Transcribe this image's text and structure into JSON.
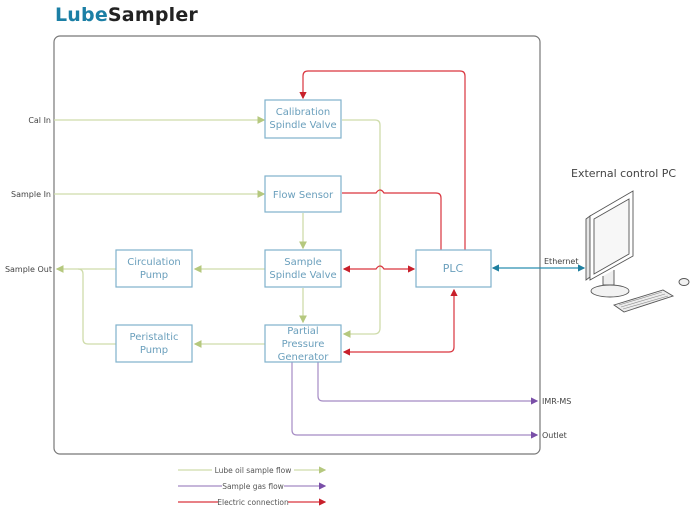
{
  "title": {
    "part1": "Lube",
    "part2": "Sampler"
  },
  "colors": {
    "lube_oil_flow": "#cfdcab",
    "sample_gas_flow": "#a58bc4",
    "electric": "#d9343e",
    "ethernet": "#2b8fb0",
    "box_border": "#7fb1cc",
    "box_text": "#6a9fbc",
    "brand": "#1b7fa5"
  },
  "nodes": {
    "calibration_valve": [
      "Calibration",
      "Spindle Valve"
    ],
    "flow_sensor": [
      "Flow Sensor"
    ],
    "sample_valve": [
      "Sample",
      "Spindle Valve"
    ],
    "circulation_pump": [
      "Circulation",
      "Pump"
    ],
    "peristaltic_pump": [
      "Peristaltic",
      "Pump"
    ],
    "ppg": [
      "Partial",
      "Pressure",
      "Generator"
    ],
    "plc": [
      "PLC"
    ]
  },
  "ports": {
    "cal_in": "Cal In",
    "sample_in": "Sample In",
    "sample_out": "Sample Out",
    "imr_ms": "IMR-MS",
    "outlet": "Outlet",
    "ethernet": "Ethernet"
  },
  "external_pc": {
    "label": "External control PC"
  },
  "legend": [
    {
      "label": "Lube oil sample flow",
      "type": "lube_oil_flow"
    },
    {
      "label": "Sample gas flow",
      "type": "sample_gas_flow"
    },
    {
      "label": "Electric connection",
      "type": "electric"
    }
  ]
}
